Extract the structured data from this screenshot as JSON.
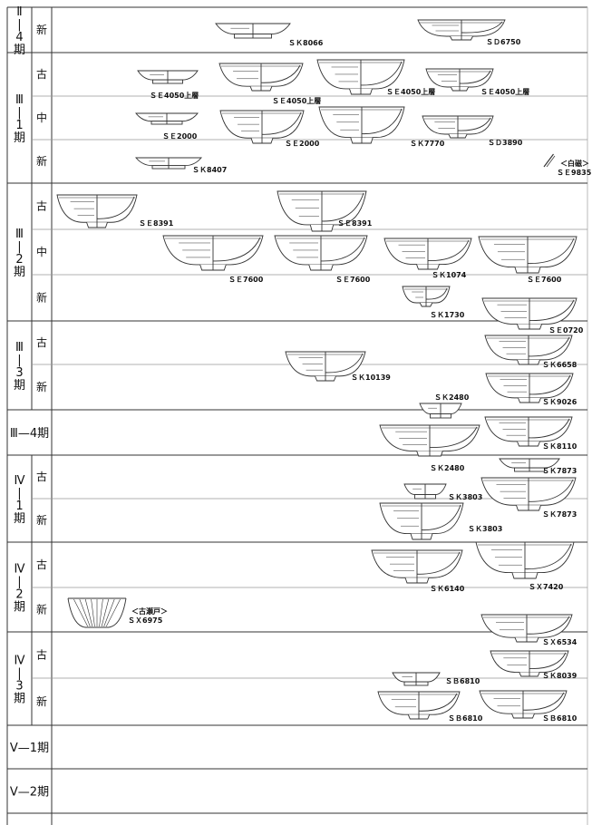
{
  "periods": [
    {
      "label": "Ⅱ\n|\n4\n期",
      "subs": [
        "新"
      ]
    },
    {
      "label": "Ⅲ\n|\n1\n期",
      "subs": [
        "古",
        "中",
        "新"
      ]
    },
    {
      "label": "Ⅲ\n|\n2\n期",
      "subs": [
        "古",
        "中",
        "新"
      ]
    },
    {
      "label": "Ⅲ\n|\n3\n期",
      "subs": [
        "古",
        "新"
      ]
    },
    {
      "label": "Ⅲ—4期",
      "subs": []
    },
    {
      "label": "Ⅳ\n|\n1\n期",
      "subs": [
        "古",
        "新"
      ]
    },
    {
      "label": "Ⅳ\n|\n2\n期",
      "subs": [
        "古",
        "新"
      ]
    },
    {
      "label": "Ⅳ\n|\n3\n期",
      "subs": [
        "古",
        "新"
      ]
    },
    {
      "label": "Ⅴ—1期",
      "subs": []
    },
    {
      "label": "Ⅴ—2期",
      "subs": []
    }
  ],
  "vessels": [
    {
      "label": "ＳＫ8066",
      "type": "dish"
    },
    {
      "label": "ＳＤ6750",
      "type": "bowl"
    },
    {
      "label": "ＳＥ4050上層",
      "type": "dish"
    },
    {
      "label": "ＳＥ4050上層",
      "type": "bowl"
    },
    {
      "label": "ＳＥ4050上層",
      "type": "bowl"
    },
    {
      "label": "ＳＥ4050上層",
      "type": "bowl"
    },
    {
      "label": "ＳＥ2000",
      "type": "dish"
    },
    {
      "label": "ＳＥ2000",
      "type": "bowl"
    },
    {
      "label": "ＳＫ7770",
      "type": "bowl"
    },
    {
      "label": "ＳＤ3890",
      "type": "bowl"
    },
    {
      "label": "ＳＫ8407",
      "type": "dish"
    },
    {
      "label": "＜白磁＞\nＳＥ9835",
      "type": "shard"
    },
    {
      "label": "ＳＥ8391",
      "type": "bowl"
    },
    {
      "label": "ＳＥ8391",
      "type": "bowl"
    },
    {
      "label": "ＳＥ7600",
      "type": "bowl"
    },
    {
      "label": "ＳＥ7600",
      "type": "bowl"
    },
    {
      "label": "ＳＫ1074",
      "type": "bowl"
    },
    {
      "label": "ＳＥ7600",
      "type": "bowl"
    },
    {
      "label": "ＳＫ1730",
      "type": "bowl"
    },
    {
      "label": "ＳＥ0720",
      "type": "bowl"
    },
    {
      "label": "ＳＫ6658",
      "type": "bowl"
    },
    {
      "label": "ＳＫ10139",
      "type": "bowl"
    },
    {
      "label": "ＳＫ9026",
      "type": "bowl"
    },
    {
      "label": "ＳＫ2480",
      "type": "dish"
    },
    {
      "label": "ＳＫ2480",
      "type": "bowl"
    },
    {
      "label": "ＳＫ8110",
      "type": "bowl"
    },
    {
      "label": "ＳＫ7873",
      "type": "dish"
    },
    {
      "label": "ＳＫ7873",
      "type": "bowl"
    },
    {
      "label": "ＳＫ3803",
      "type": "dish"
    },
    {
      "label": "ＳＫ3803",
      "type": "bowl"
    },
    {
      "label": "ＳＫ6140",
      "type": "bowl"
    },
    {
      "label": "ＳＸ7420",
      "type": "bowl"
    },
    {
      "label": "＜古瀬戸＞\nＳＸ6975",
      "type": "fluted"
    },
    {
      "label": "ＳＸ6534",
      "type": "bowl"
    },
    {
      "label": "ＳＫ8039",
      "type": "bowl"
    },
    {
      "label": "ＳＢ6810",
      "type": "dish"
    },
    {
      "label": "ＳＢ6810",
      "type": "bowl"
    },
    {
      "label": "ＳＢ6810",
      "type": "bowl"
    }
  ]
}
